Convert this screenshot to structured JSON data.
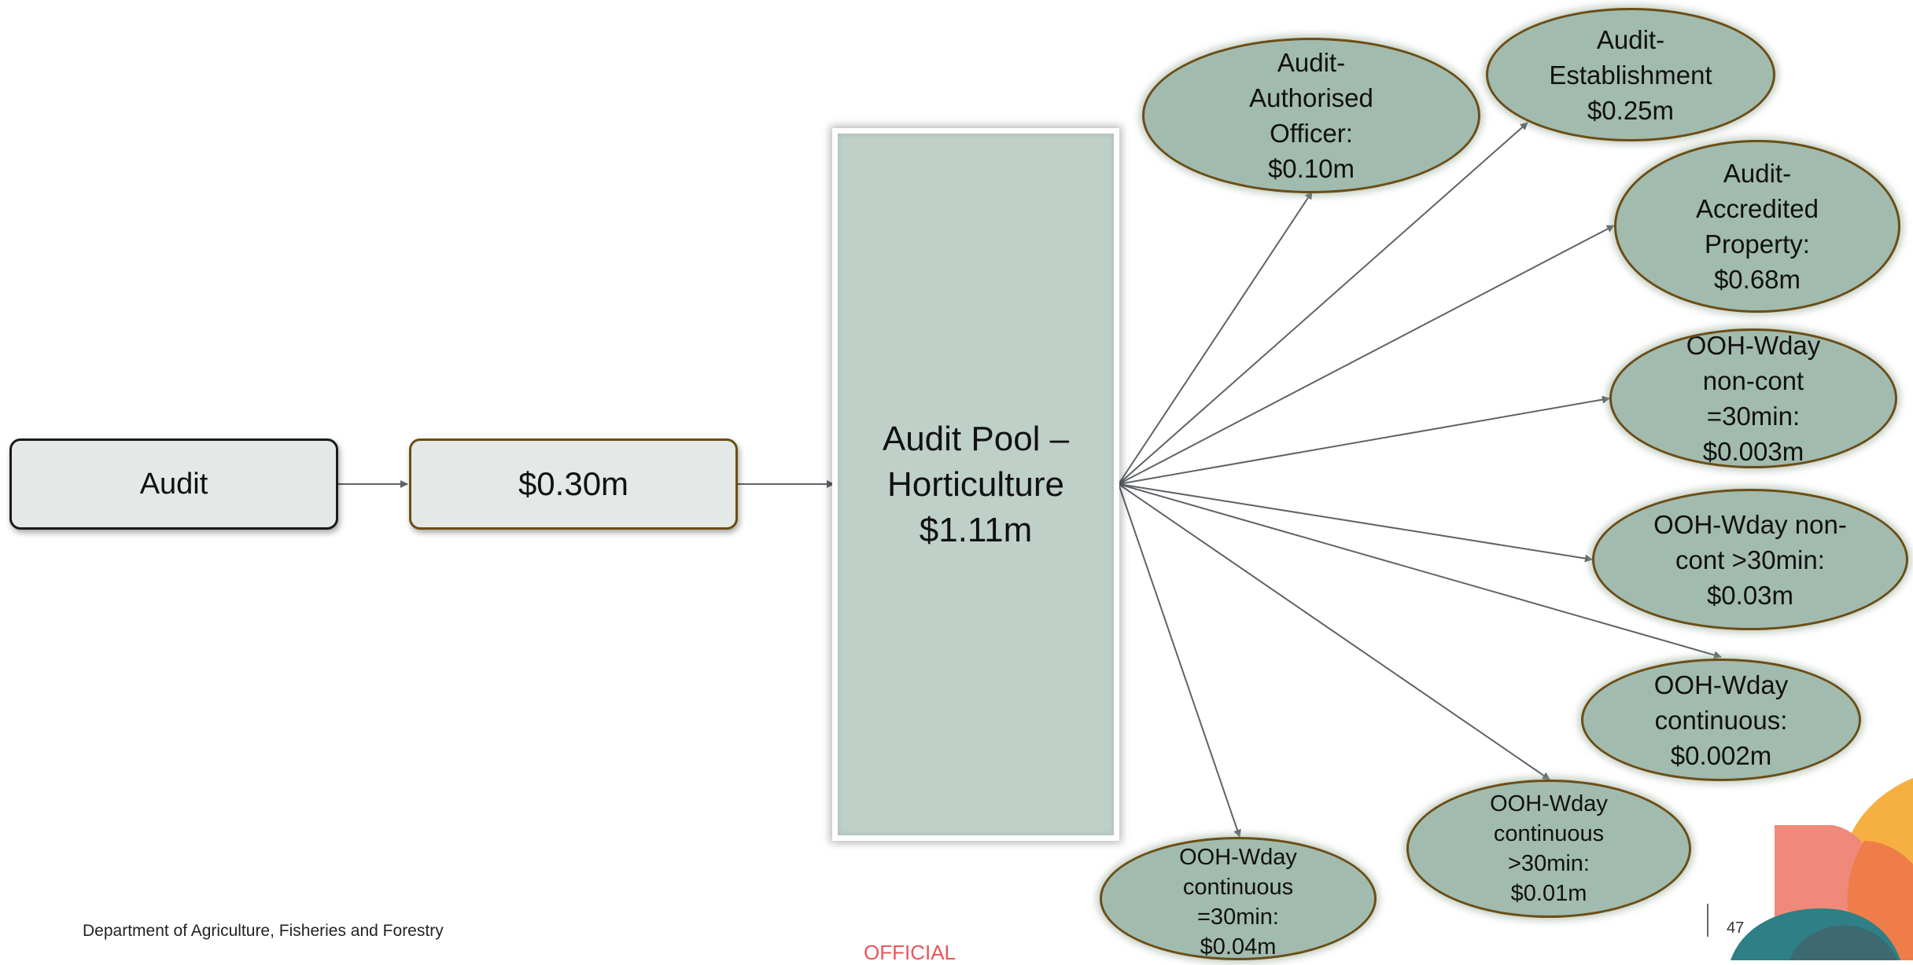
{
  "flow": {
    "source_label": "Audit",
    "amount_label": "$0.30m",
    "pool_lines": [
      "Audit Pool –",
      "Horticulture",
      "$1.11m"
    ]
  },
  "targets": [
    {
      "id": "authorised-officer",
      "label": "Audit-\nAuthorised\nOfficer:\n$0.10m"
    },
    {
      "id": "establishment",
      "label": "Audit-\nEstablishment\n$0.25m"
    },
    {
      "id": "accredited-property",
      "label": "Audit-\nAccredited\nProperty:\n$0.68m"
    },
    {
      "id": "ooh-wday-noncont-eq30",
      "label": "OOH-Wday\nnon-cont\n=30min:\n$0.003m"
    },
    {
      "id": "ooh-wday-noncont-gt30",
      "label": "OOH-Wday non-\ncont >30min:\n$0.03m"
    },
    {
      "id": "ooh-wday-continuous",
      "label": "OOH-Wday\ncontinuous:\n$0.002m"
    },
    {
      "id": "ooh-wday-continuous-gt30",
      "label": "OOH-Wday\ncontinuous\n>30min:\n$0.01m"
    },
    {
      "id": "ooh-wday-continuous-eq30",
      "label": "OOH-Wday\ncontinuous\n=30min:\n$0.04m"
    }
  ],
  "footer": {
    "department": "Department of Agriculture, Fisheries and Forestry",
    "classification": "OFFICIAL",
    "page_number": "47"
  },
  "colors": {
    "ellipse_fill": "#a2bbaf",
    "ellipse_border": "#6b4e16",
    "pool_fill": "#bfd0c8",
    "box_fill": "#e4e8e6",
    "arrow": "#5f6368",
    "official_red": "#e8565a",
    "deco_orange": "#f6b042",
    "deco_coral": "#ef8a7a",
    "deco_teal": "#2e7f86"
  }
}
